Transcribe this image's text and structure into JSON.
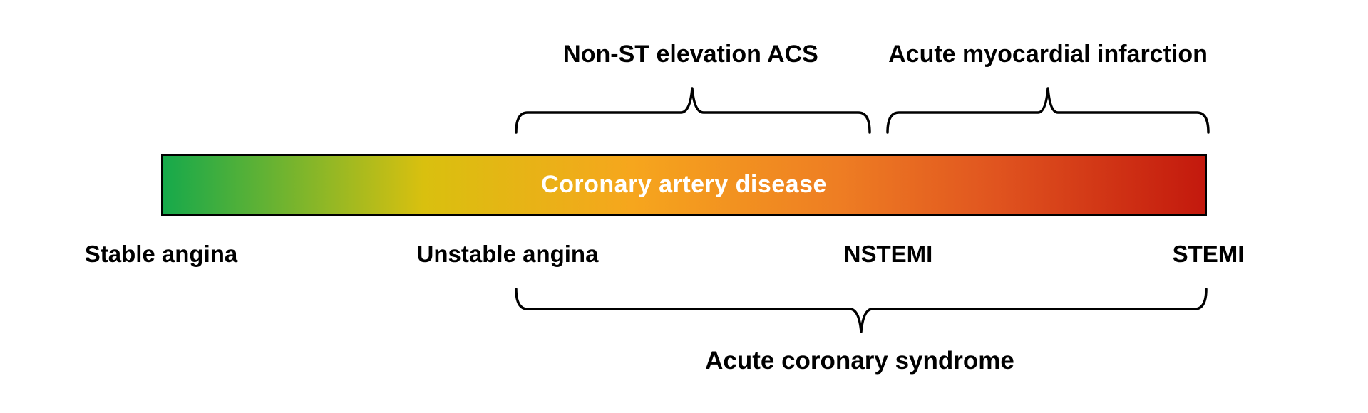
{
  "diagram": {
    "title_hint": "Spectrum of coronary artery disease severity",
    "bar": {
      "label": "Coronary artery disease",
      "text_color": "#ffffff",
      "border_color": "#000000",
      "gradient_colors": [
        "#16A94B",
        "#D9C00F",
        "#F6A61D",
        "#EE7D23",
        "#E0541F",
        "#C3190D"
      ]
    },
    "line_color": "#000000",
    "top_groups": [
      {
        "label": "Non-ST elevation ACS"
      },
      {
        "label": "Acute myocardial infarction"
      }
    ],
    "stages": [
      {
        "label": "Stable angina"
      },
      {
        "label": "Unstable angina"
      },
      {
        "label": "NSTEMI"
      },
      {
        "label": "STEMI"
      }
    ],
    "bottom_group": {
      "label": "Acute coronary syndrome"
    }
  }
}
